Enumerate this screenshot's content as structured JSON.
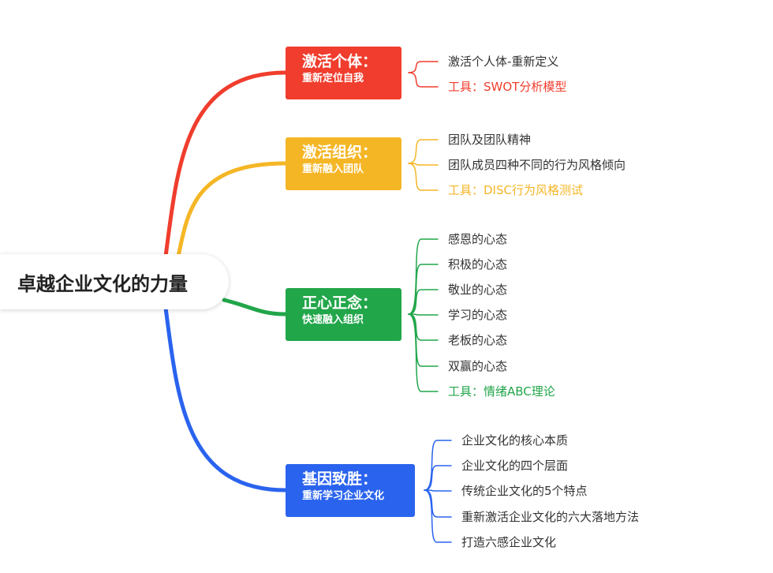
{
  "root": {
    "label": "卓越企业文化的力量"
  },
  "branches": [
    {
      "title": "激活个体：",
      "subtitle": "重新定位自我",
      "color": "#f03d2d",
      "leaves": [
        {
          "text": "激活个人体-重新定义",
          "tool": false
        },
        {
          "text": "工具：SWOT分析模型",
          "tool": true
        }
      ]
    },
    {
      "title": "激活组织：",
      "subtitle": "重新融入团队",
      "color": "#f5b626",
      "leaves": [
        {
          "text": "团队及团队精神",
          "tool": false
        },
        {
          "text": "团队成员四种不同的行为风格倾向",
          "tool": false
        },
        {
          "text": "工具：DISC行为风格测试",
          "tool": true
        }
      ]
    },
    {
      "title": "正心正念：",
      "subtitle": "快速融入组织",
      "color": "#21a64a",
      "leaves": [
        {
          "text": "感恩的心态",
          "tool": false
        },
        {
          "text": "积极的心态",
          "tool": false
        },
        {
          "text": "敬业的心态",
          "tool": false
        },
        {
          "text": "学习的心态",
          "tool": false
        },
        {
          "text": "老板的心态",
          "tool": false
        },
        {
          "text": "双赢的心态",
          "tool": false
        },
        {
          "text": "工具：情绪ABC理论",
          "tool": true
        }
      ]
    },
    {
      "title": "基因致胜：",
      "subtitle": "重新学习企业文化",
      "color": "#2a63ee",
      "leaves": [
        {
          "text": "企业文化的核心本质",
          "tool": false
        },
        {
          "text": "企业文化的四个层面",
          "tool": false
        },
        {
          "text": "传统企业文化的5个特点",
          "tool": false
        },
        {
          "text": "重新激活企业文化的六大落地方法",
          "tool": false
        },
        {
          "text": "打造六感企业文化",
          "tool": false
        }
      ]
    }
  ]
}
